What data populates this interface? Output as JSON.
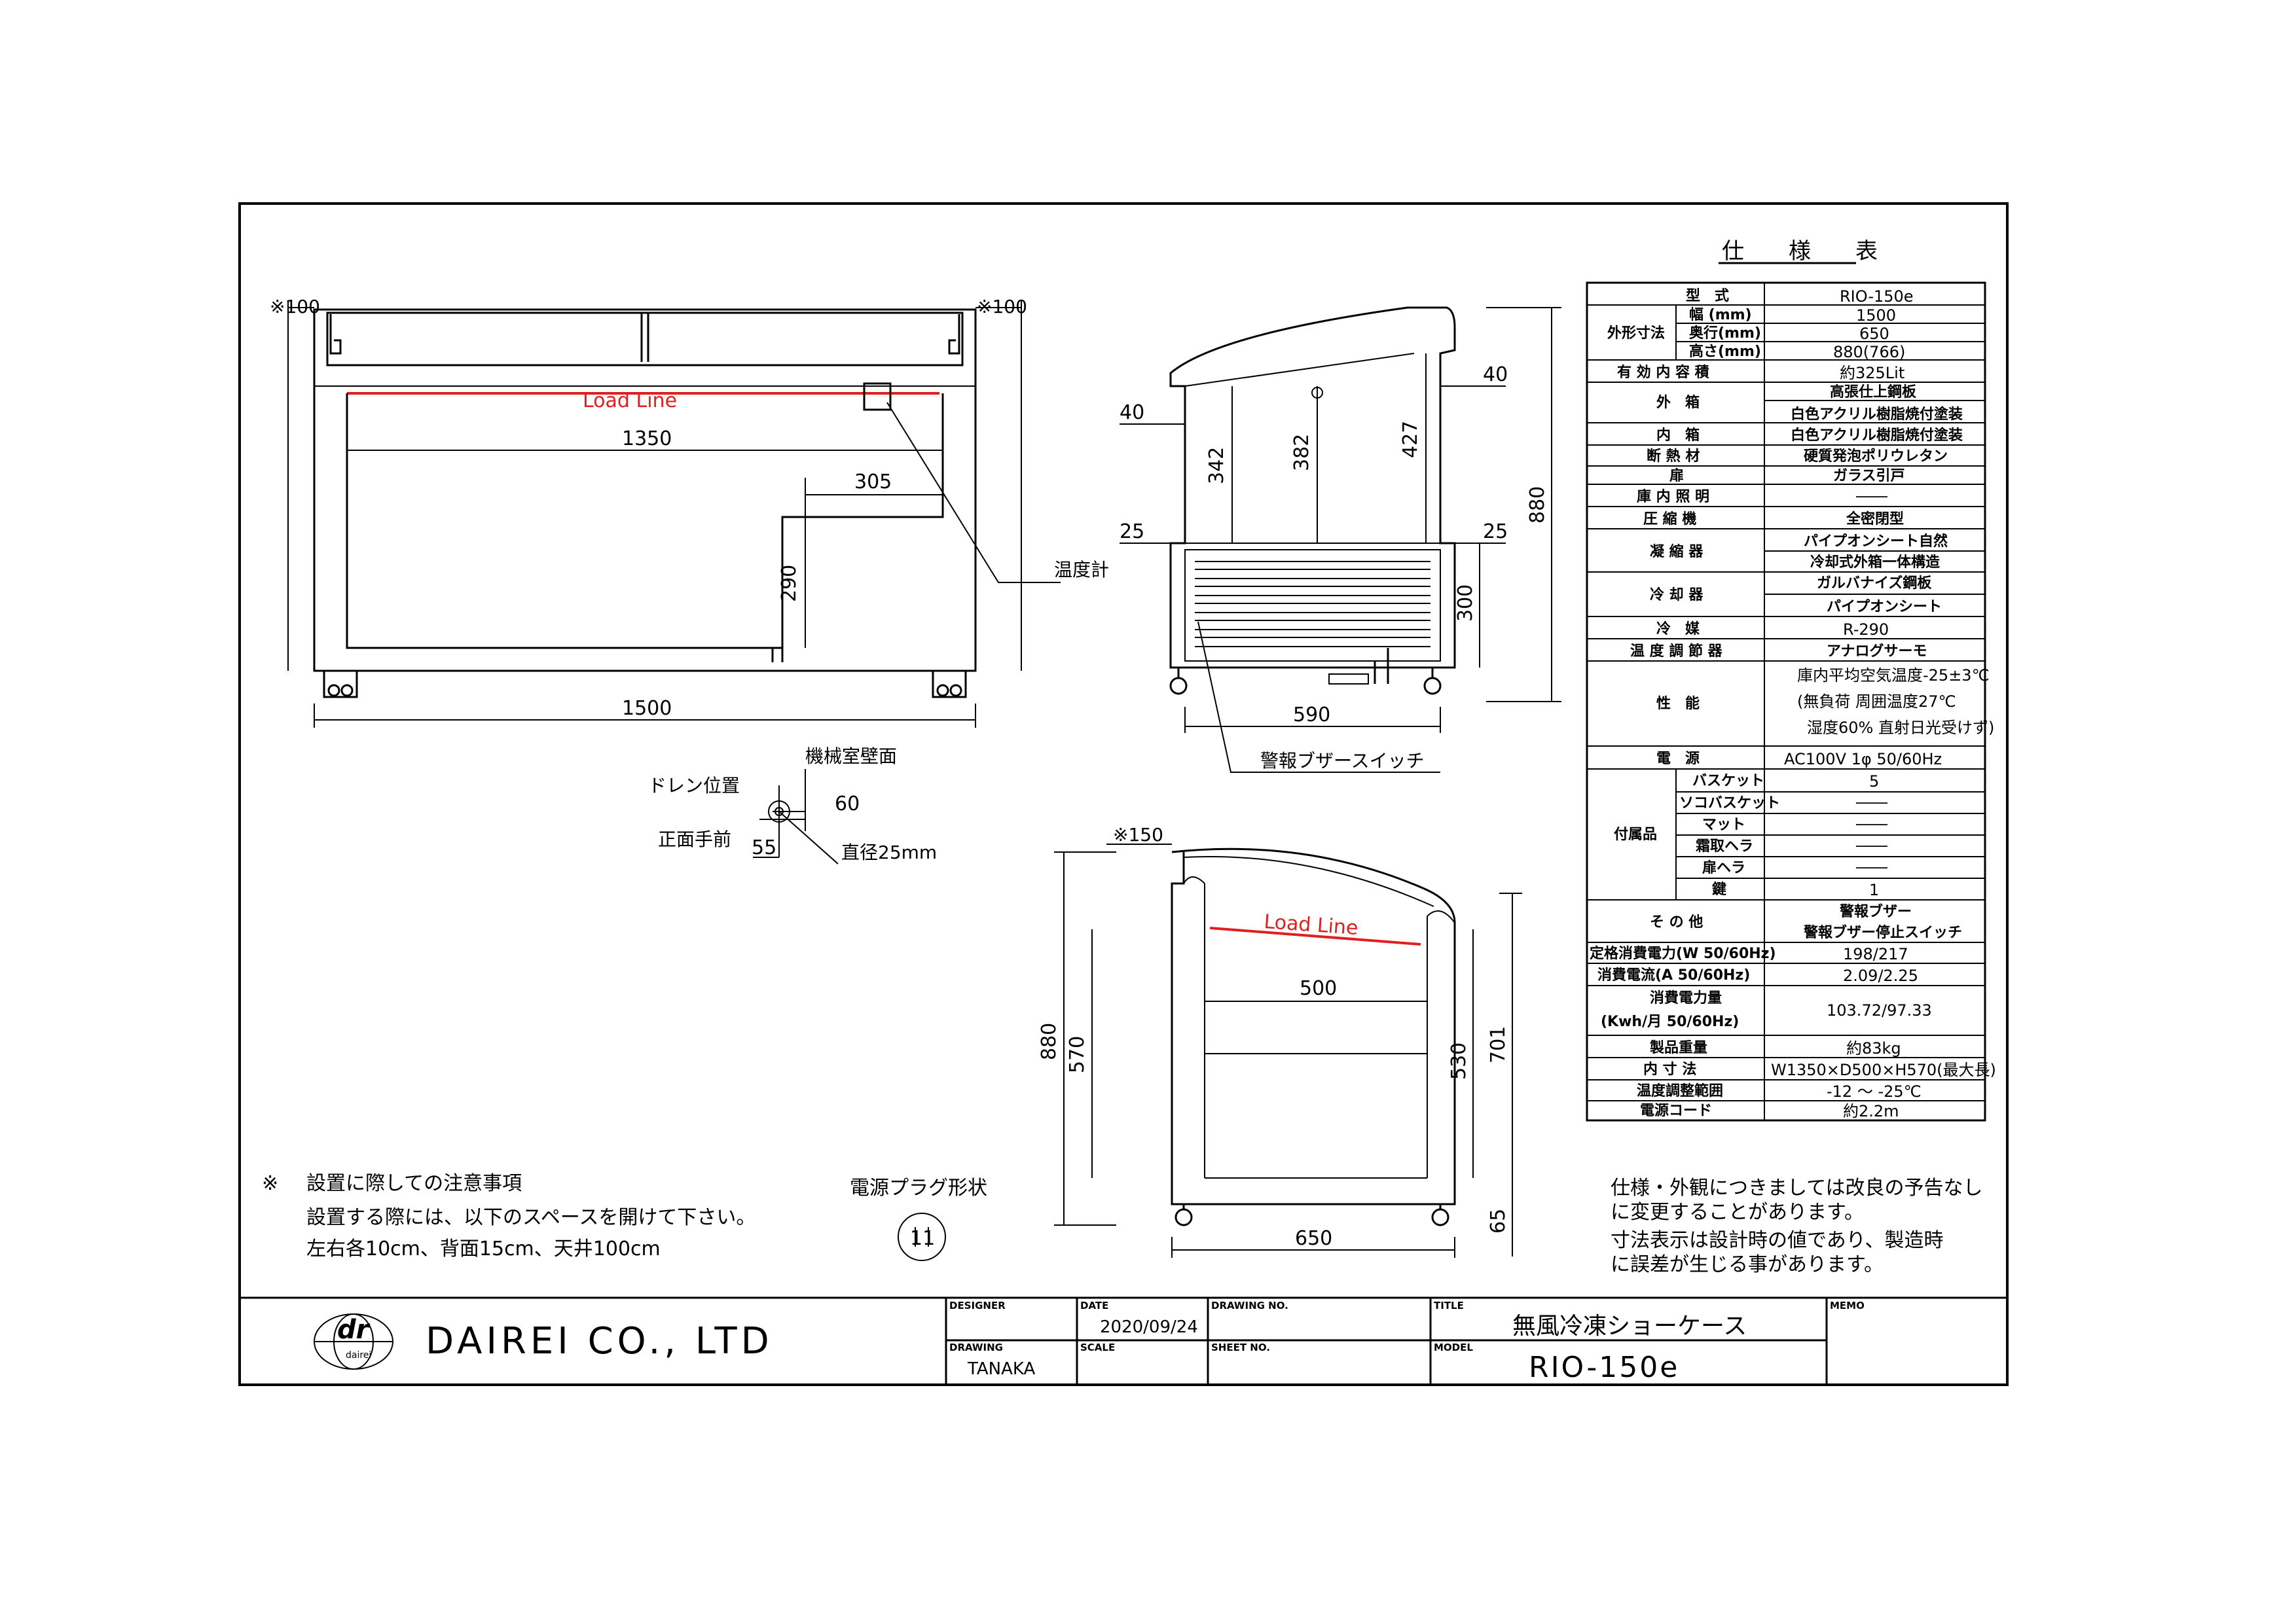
{
  "colors": {
    "line": "#000000",
    "load_line": "#e02020",
    "background": "#ffffff"
  },
  "front_view": {
    "clear_left": "※100",
    "clear_right": "※100",
    "load_line": "Load Line",
    "dim_inner_width": "1350",
    "dim_machine_width": "305",
    "dim_machine_height": "290",
    "dim_total_width": "1500",
    "thermometer": "温度計"
  },
  "side_view": {
    "dim_side_left": "40",
    "dim_side_right": "40",
    "dim_h342": "342",
    "dim_h382": "382",
    "dim_h427": "427",
    "dim_total_height": "880",
    "dim_base_left": "25",
    "dim_base_right": "25",
    "dim_h300": "300",
    "dim_depth": "590",
    "buzzer_switch": "警報ブザースイッチ"
  },
  "drain_detail": {
    "machine_wall": "機械室壁面",
    "drain_position": "ドレン位置",
    "dim_60": "60",
    "front_side": "正面手前",
    "dim_55": "55",
    "diameter": "直径25mm"
  },
  "section_view": {
    "clear_top": "※150",
    "load_line": "Load Line",
    "dim_500": "500",
    "dim_880": "880",
    "dim_570": "570",
    "dim_530": "530",
    "dim_701": "701",
    "dim_65": "65",
    "dim_650": "650"
  },
  "install_notes": {
    "mark": "※",
    "title": "設置に際しての注意事項",
    "line1": "設置する際には、以下のスペースを開けて下さい。",
    "line2": "左右各10cm、背面15cm、天井100cm"
  },
  "plug": {
    "title": "電源プラグ形状",
    "symbol": "11"
  },
  "disclaimer": {
    "line1": "仕様・外観につきましては改良の予告なし",
    "line2": "に変更することがあります。",
    "line3": "寸法表示は設計時の値であり、製造時",
    "line4": "に誤差が生じる事があります。"
  },
  "spec_table": {
    "title": "仕　　様　　表",
    "model_label": "型　式",
    "model_value": "RIO-150e",
    "dim_group": "外形寸法",
    "width_label": "幅 (mm)",
    "width_value": "1500",
    "depth_label": "奥行(mm)",
    "depth_value": "650",
    "height_label": "高さ(mm)",
    "height_value": "880(766)",
    "volume_label": "有 効 内 容 積",
    "volume_value": "約325Lit",
    "outer_label": "外　箱",
    "outer_value1": "高張仕上鋼板",
    "outer_value2": "白色アクリル樹脂焼付塗装",
    "inner_label": "内　箱",
    "inner_value": "白色アクリル樹脂焼付塗装",
    "insulation_label": "断 熱 材",
    "insulation_value": "硬質発泡ポリウレタン",
    "door_label": "扉",
    "door_value": "ガラス引戸",
    "lighting_label": "庫 内 照 明",
    "lighting_value": "――",
    "compressor_label": "圧 縮 機",
    "compressor_value": "全密閉型",
    "condenser_label": "凝 縮 器",
    "condenser_value1": "パイプオンシート自然",
    "condenser_value2": "冷却式外箱一体構造",
    "evaporator_label": "冷 却 器",
    "evaporator_value1": "ガルバナイズ鋼板",
    "evaporator_value2": "パイプオンシート",
    "refrigerant_label": "冷　媒",
    "refrigerant_value": "R-290",
    "temp_control_label": "温 度 調 節 器",
    "temp_control_value": "アナログサーモ",
    "performance_label": "性　能",
    "performance_value1": "庫内平均空気温度-25±3℃",
    "performance_value2": "(無負荷 周囲温度27℃",
    "performance_value3": "湿度60% 直射日光受けず)",
    "power_label": "電　源",
    "power_value": "AC100V 1φ 50/60Hz",
    "acc_group": "付属品",
    "basket_label": "バスケット",
    "basket_value": "5",
    "bottom_basket_label": "ソコバスケット",
    "bottom_basket_value": "――",
    "mat_label": "マット",
    "mat_value": "――",
    "scraper_label": "霜取ヘラ",
    "scraper_value": "――",
    "door_spatula_label": "扉ヘラ",
    "door_spatula_value": "――",
    "key_label": "鍵",
    "key_value": "1",
    "other_label": "そ の 他",
    "other_value1": "警報ブザー",
    "other_value2": "警報ブザー停止スイッチ",
    "rated_power_label": "定格消費電力(W 50/60Hz)",
    "rated_power_value": "198/217",
    "current_label": "消費電流(A 50/60Hz)",
    "current_value": "2.09/2.25",
    "energy_label1": "消費電力量",
    "energy_label2": "(Kwh/月 50/60Hz)",
    "energy_value": "103.72/97.33",
    "weight_label": "製品重量",
    "weight_value": "約83kg",
    "inner_dim_label": "内 寸 法",
    "inner_dim_value": "W1350×D500×H570(最大長)",
    "temp_range_label": "温度調整範囲",
    "temp_range_value": "-12 ～ -25℃",
    "cord_label": "電源コード",
    "cord_value": "約2.2m"
  },
  "title_block": {
    "logo_text": "dr",
    "logo_sub": "dairei",
    "company": "DAIREI CO., LTD",
    "designer_label": "DESIGNER",
    "date_label": "DATE",
    "date_value": "2020/09/24",
    "drawing_no_label": "DRAWING NO.",
    "title_label": "TITLE",
    "title_value": "無風冷凍ショーケース",
    "memo_label": "MEMO",
    "drawing_label": "DRAWING",
    "drawing_value": "TANAKA",
    "scale_label": "SCALE",
    "sheet_no_label": "SHEET NO.",
    "model_label": "MODEL",
    "model_value": "RIO-150e"
  }
}
